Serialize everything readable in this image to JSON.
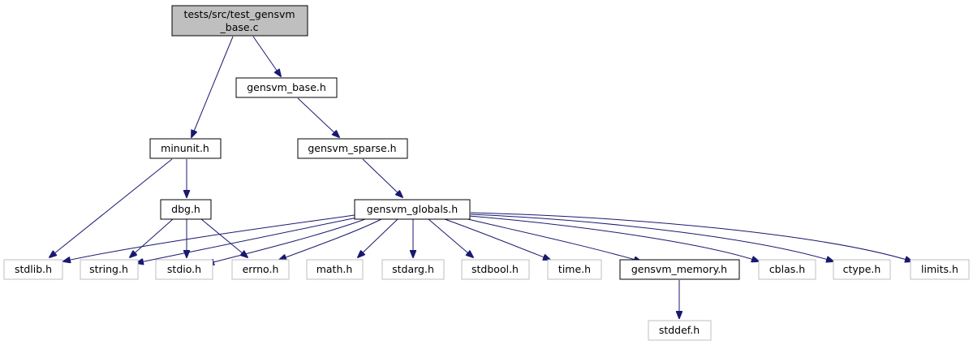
{
  "nodes": {
    "root": {
      "label_line1": "tests/src/test_gensvm",
      "label_line2": "_base.c"
    },
    "gensvm_base_h": {
      "label": "gensvm_base.h"
    },
    "minunit_h": {
      "label": "minunit.h"
    },
    "gensvm_sparse_h": {
      "label": "gensvm_sparse.h"
    },
    "dbg_h": {
      "label": "dbg.h"
    },
    "gensvm_globals_h": {
      "label": "gensvm_globals.h"
    },
    "stdlib_h": {
      "label": "stdlib.h"
    },
    "string_h": {
      "label": "string.h"
    },
    "stdio_h": {
      "label": "stdio.h"
    },
    "errno_h": {
      "label": "errno.h"
    },
    "math_h": {
      "label": "math.h"
    },
    "stdarg_h": {
      "label": "stdarg.h"
    },
    "stdbool_h": {
      "label": "stdbool.h"
    },
    "time_h": {
      "label": "time.h"
    },
    "gensvm_memory_h": {
      "label": "gensvm_memory.h"
    },
    "cblas_h": {
      "label": "cblas.h"
    },
    "ctype_h": {
      "label": "ctype.h"
    },
    "limits_h": {
      "label": "limits.h"
    },
    "stddef_h": {
      "label": "stddef.h"
    }
  },
  "colors": {
    "edge": "#191970",
    "root_fill": "#bfbfbf",
    "documented_border": "#000000",
    "external_border": "#bfbfbf"
  }
}
